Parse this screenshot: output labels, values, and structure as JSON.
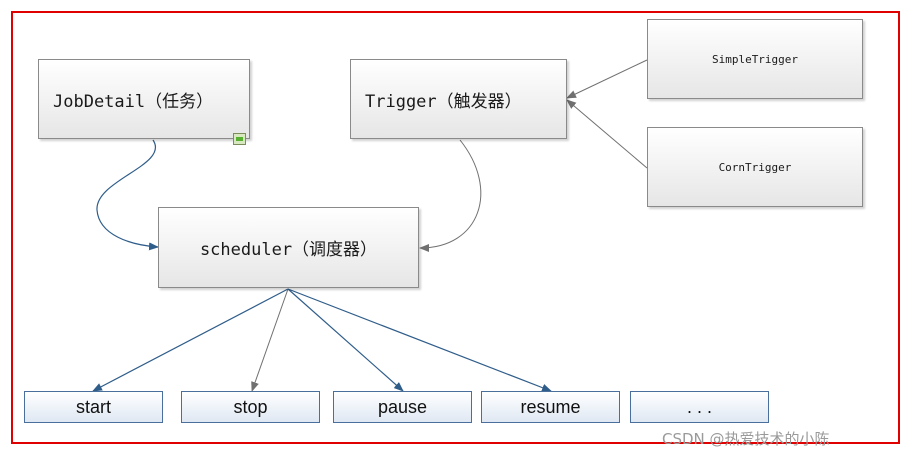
{
  "diagram": {
    "nodes": {
      "jobdetail": "JobDetail（任务）",
      "trigger": "Trigger（触发器）",
      "simple_trigger": "SimpleTrigger",
      "corn_trigger": "CornTrigger",
      "scheduler": "scheduler（调度器）"
    },
    "actions": [
      "start",
      "stop",
      "pause",
      "resume",
      ". . ."
    ],
    "colors": {
      "frame": "#e00000",
      "action_border": "#4a6f9c",
      "curve_blue": "#2f5d8a",
      "arrow_gray": "#707070"
    }
  },
  "watermark": "CSDN @热爱技术的小陈"
}
